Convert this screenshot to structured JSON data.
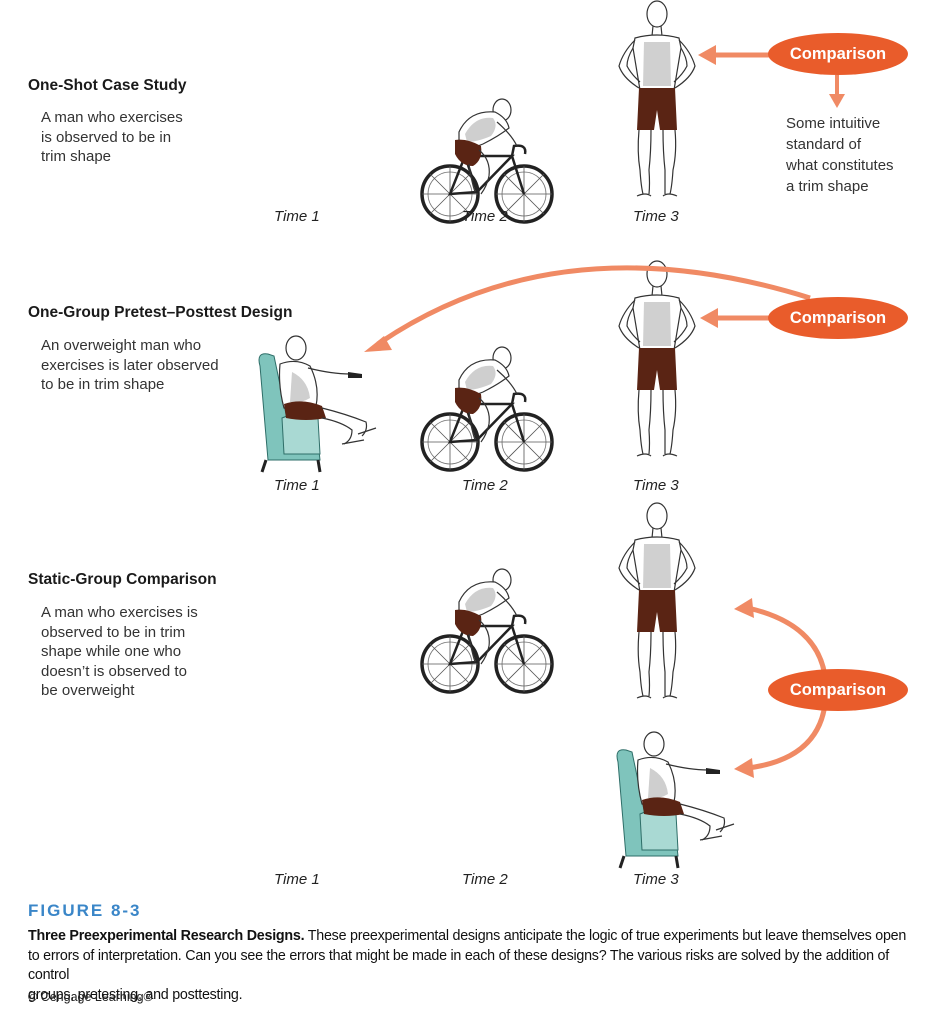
{
  "rows": [
    {
      "title": "One-Shot Case Study",
      "description": [
        "A man who exercises",
        "is observed to be in",
        "trim shape"
      ],
      "times": [
        "Time 1",
        "Time 2",
        "Time 3"
      ],
      "comparison": "Comparison",
      "standard": [
        "Some intuitive",
        "standard of",
        "what constitutes",
        "a trim shape"
      ]
    },
    {
      "title": "One-Group Pretest–Posttest Design",
      "description": [
        "An overweight man who",
        "exercises is later observed",
        "to be in trim shape"
      ],
      "times": [
        "Time 1",
        "Time 2",
        "Time 3"
      ],
      "comparison": "Comparison"
    },
    {
      "title": "Static-Group Comparison",
      "description": [
        "A man who exercises is",
        "observed to be in trim",
        "shape while one who",
        "doesn’t is observed to",
        "be overweight"
      ],
      "times": [
        "Time 1",
        "Time 2",
        "Time 3"
      ],
      "comparison": "Comparison"
    }
  ],
  "figure": {
    "label": "FIGURE 8-3",
    "caption_bold": "Three Preexperimental Research Designs.",
    "caption_lines": [
      "These preexperimental designs anticipate the logic of true experiments but leave themselves open",
      "to errors of interpretation. Can you see the errors that might be made in each of these designs? The various risks are solved by the addition of control",
      "groups, pretesting, and posttesting."
    ],
    "credit": "© Cengage Learning®"
  },
  "colors": {
    "accent": "#e95c2b",
    "arrow": "#f08a64",
    "shorts": "#5a2414",
    "chair": "#7fc4bc",
    "figure_label": "#3a86c8"
  }
}
